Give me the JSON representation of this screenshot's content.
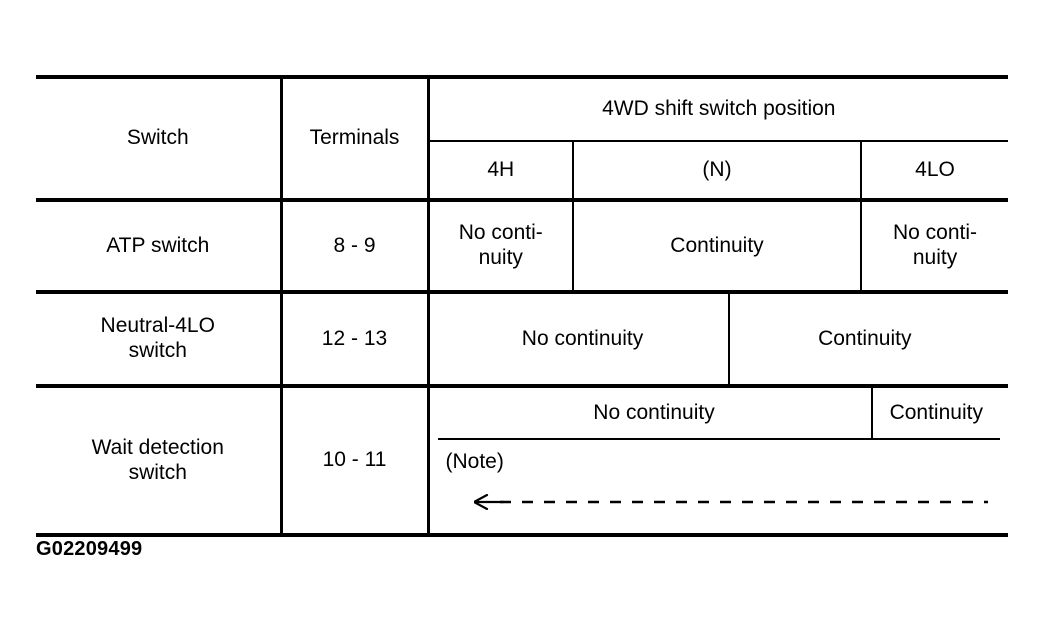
{
  "figure": {
    "caption": "G02209499"
  },
  "table": {
    "columns": {
      "switch": "Switch",
      "terminals": "Terminals",
      "group_header": "4WD shift switch position",
      "positions": [
        "4H",
        "(N)",
        "4LO"
      ]
    },
    "rows": [
      {
        "switch": "ATP switch",
        "terminals": "8 - 9",
        "cells": [
          {
            "text": "No conti-\nnuity",
            "span": "4H"
          },
          {
            "text": "Continuity",
            "span": "(N)"
          },
          {
            "text": "No conti-\nnuity",
            "span": "4LO"
          }
        ]
      },
      {
        "switch": "Neutral-4LO switch",
        "terminals": "12 - 13",
        "cells": [
          {
            "text": "No continuity",
            "span": "4H + left half of (N)"
          },
          {
            "text": "Continuity",
            "span": "right half of (N) + 4LO"
          }
        ]
      },
      {
        "switch": "Wait detection switch",
        "terminals": "10 - 11",
        "cells": [
          {
            "text": "No continuity",
            "span": "4H + (N)"
          },
          {
            "text": "Continuity",
            "span": "4LO"
          }
        ],
        "note": {
          "label": "(Note)",
          "arrow": "left-pointing dashed arrow"
        }
      }
    ]
  }
}
